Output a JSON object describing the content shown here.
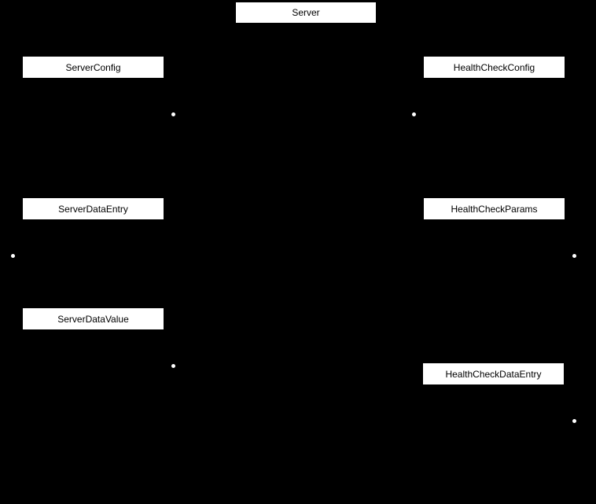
{
  "diagram": {
    "type": "entity-relationship-diagram",
    "background_color": "#000000",
    "node_fill_color": "#ffffff",
    "node_text_color": "#000000",
    "connector_dot_color": "#ffffff",
    "connector_dot_shape": "filled-circle",
    "connector_dot_count": 6,
    "nodes": [
      {
        "id": "server",
        "label": "Server"
      },
      {
        "id": "server-config",
        "label": "ServerConfig"
      },
      {
        "id": "health-check-config",
        "label": "HealthCheckConfig"
      },
      {
        "id": "server-data-entry",
        "label": "ServerDataEntry"
      },
      {
        "id": "health-check-params",
        "label": "HealthCheckParams"
      },
      {
        "id": "server-data-value",
        "label": "ServerDataValue"
      },
      {
        "id": "health-check-data-entry",
        "label": "HealthCheckDataEntry"
      }
    ]
  }
}
